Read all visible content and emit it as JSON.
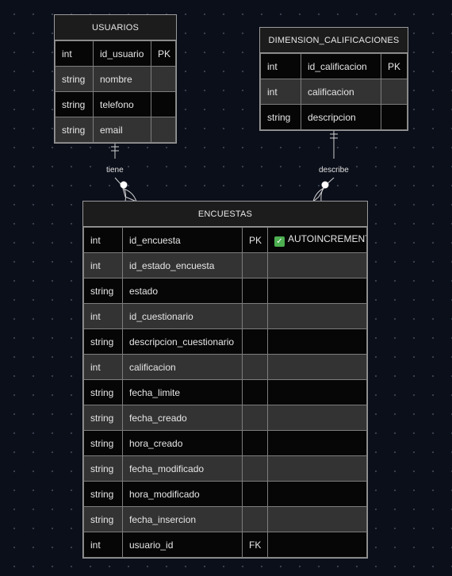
{
  "entities": {
    "usuarios": {
      "name": "USUARIOS",
      "rows": [
        {
          "type": "int",
          "field": "id_usuario",
          "key": "PK"
        },
        {
          "type": "string",
          "field": "nombre",
          "key": ""
        },
        {
          "type": "string",
          "field": "telefono",
          "key": ""
        },
        {
          "type": "string",
          "field": "email",
          "key": ""
        }
      ]
    },
    "calificaciones": {
      "name": "DIMENSION_CALIFICACIONES",
      "rows": [
        {
          "type": "int",
          "field": "id_calificacion",
          "key": "PK"
        },
        {
          "type": "int",
          "field": "calificacion",
          "key": ""
        },
        {
          "type": "string",
          "field": "descripcion",
          "key": ""
        }
      ]
    },
    "encuestas": {
      "name": "ENCUESTAS",
      "rows": [
        {
          "type": "int",
          "field": "id_encuesta",
          "key": "PK",
          "comment": "AUTOINCREMENT",
          "comment_icon": "check-mark-icon"
        },
        {
          "type": "int",
          "field": "id_estado_encuesta",
          "key": "",
          "comment": ""
        },
        {
          "type": "string",
          "field": "estado",
          "key": "",
          "comment": ""
        },
        {
          "type": "int",
          "field": "id_cuestionario",
          "key": "",
          "comment": ""
        },
        {
          "type": "string",
          "field": "descripcion_cuestionario",
          "key": "",
          "comment": ""
        },
        {
          "type": "int",
          "field": "calificacion",
          "key": "",
          "comment": ""
        },
        {
          "type": "string",
          "field": "fecha_limite",
          "key": "",
          "comment": ""
        },
        {
          "type": "string",
          "field": "fecha_creado",
          "key": "",
          "comment": ""
        },
        {
          "type": "string",
          "field": "hora_creado",
          "key": "",
          "comment": ""
        },
        {
          "type": "string",
          "field": "fecha_modificado",
          "key": "",
          "comment": ""
        },
        {
          "type": "string",
          "field": "hora_modificado",
          "key": "",
          "comment": ""
        },
        {
          "type": "string",
          "field": "fecha_insercion",
          "key": "",
          "comment": ""
        },
        {
          "type": "int",
          "field": "usuario_id",
          "key": "FK",
          "comment": ""
        }
      ]
    }
  },
  "relationships": [
    {
      "from": "USUARIOS",
      "to": "ENCUESTAS",
      "label": "tiene"
    },
    {
      "from": "DIMENSION_CALIFICACIONES",
      "to": "ENCUESTAS",
      "label": "describe"
    }
  ],
  "colors": {
    "background": "#0b0f1a",
    "row_dark": "#060606",
    "row_light": "#333333",
    "border": "#9a9a9a",
    "check": "#4caf50"
  }
}
